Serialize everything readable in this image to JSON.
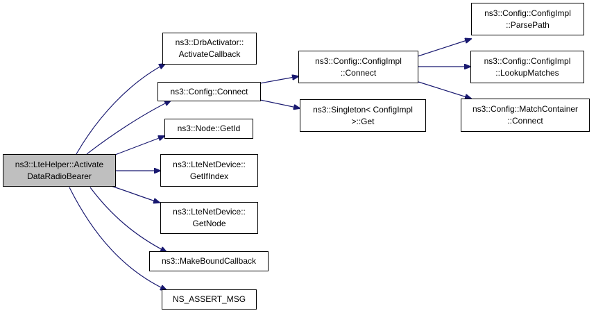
{
  "colors": {
    "edge": "#191970",
    "root_fill": "#bfbfbf",
    "node_fill": "#ffffff",
    "border": "#000000"
  },
  "nodes": {
    "root": [
      "ns3::LteHelper::Activate",
      "DataRadioBearer"
    ],
    "drb_activator": [
      "ns3::DrbActivator::",
      "ActivateCallback"
    ],
    "config_connect": [
      "ns3::Config::Connect"
    ],
    "node_getid": [
      "ns3::Node::GetId"
    ],
    "ltenetdevice_getifindex": [
      "ns3::LteNetDevice::",
      "GetIfIndex"
    ],
    "ltenetdevice_getnode": [
      "ns3::LteNetDevice::",
      "GetNode"
    ],
    "makeboundcallback": [
      "ns3::MakeBoundCallback"
    ],
    "ns_assert_msg": [
      "NS_ASSERT_MSG"
    ],
    "configimpl_connect": [
      "ns3::Config::ConfigImpl",
      "::Connect"
    ],
    "singleton_get": [
      "ns3::Singleton< ConfigImpl",
      ">::Get"
    ],
    "configimpl_parsepath": [
      "ns3::Config::ConfigImpl",
      "::ParsePath"
    ],
    "configimpl_lookupmatches": [
      "ns3::Config::ConfigImpl",
      "::LookupMatches"
    ],
    "matchcontainer_connect": [
      "ns3::Config::MatchContainer",
      "::Connect"
    ]
  }
}
